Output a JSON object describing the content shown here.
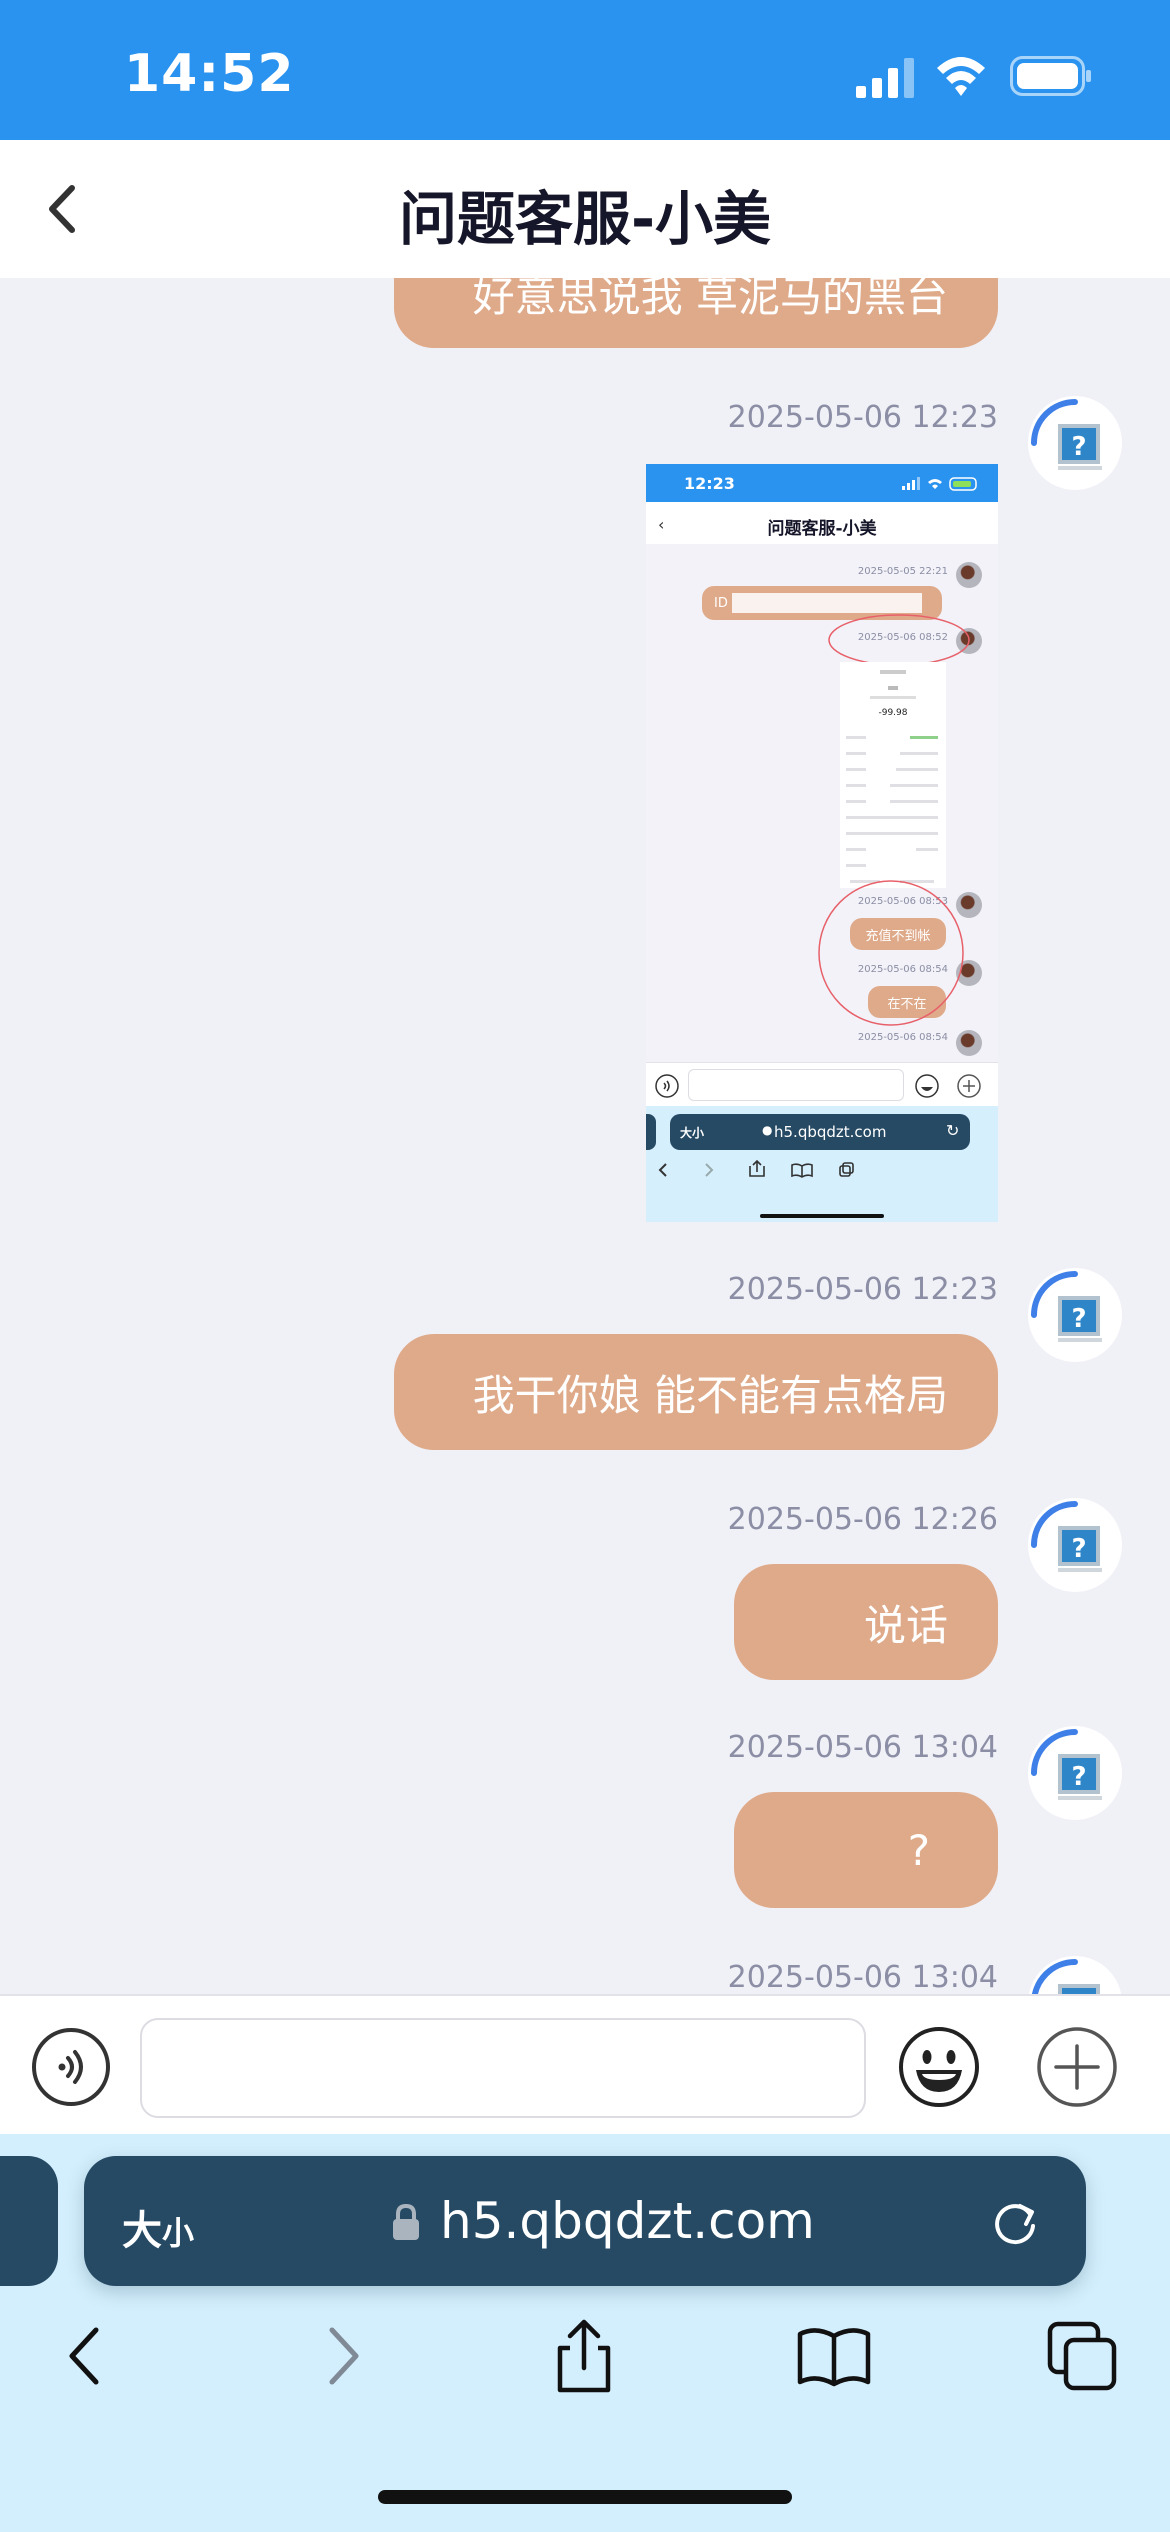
{
  "status_bar": {
    "time": "14:52"
  },
  "nav": {
    "title": "问题客服-小美"
  },
  "messages": [
    {
      "text": "好意思说我 草泥马的黑台"
    },
    {
      "timestamp": "2025-05-06 12:23",
      "type": "image"
    },
    {
      "timestamp": "2025-05-06 12:23",
      "text": "我干你娘 能不能有点格局"
    },
    {
      "timestamp": "2025-05-06 12:26",
      "text": "说话"
    },
    {
      "timestamp": "2025-05-06 13:04",
      "text": "?"
    },
    {
      "timestamp": "2025-05-06 13:04"
    }
  ],
  "embedded_screenshot": {
    "time": "12:23",
    "title": "问题客服-小美",
    "timestamps": [
      "2025-05-05 22:21",
      "2025-05-06 08:52",
      "2025-05-06 08:53",
      "2025-05-06 08:54",
      "2025-05-06 08:54"
    ],
    "bubbles": [
      "ID",
      "充值不到帐",
      "在不在"
    ],
    "receipt_amount": "-99.98",
    "url_label": "大小",
    "url": "h5.qbqdzt.com"
  },
  "browser": {
    "text_size_big": "大",
    "text_size_small": "小",
    "url": "h5.qbqdzt.com"
  },
  "colors": {
    "status_blue": "#2a93ef",
    "bubble": "#dfaa8a",
    "url_bar": "#264a64"
  }
}
